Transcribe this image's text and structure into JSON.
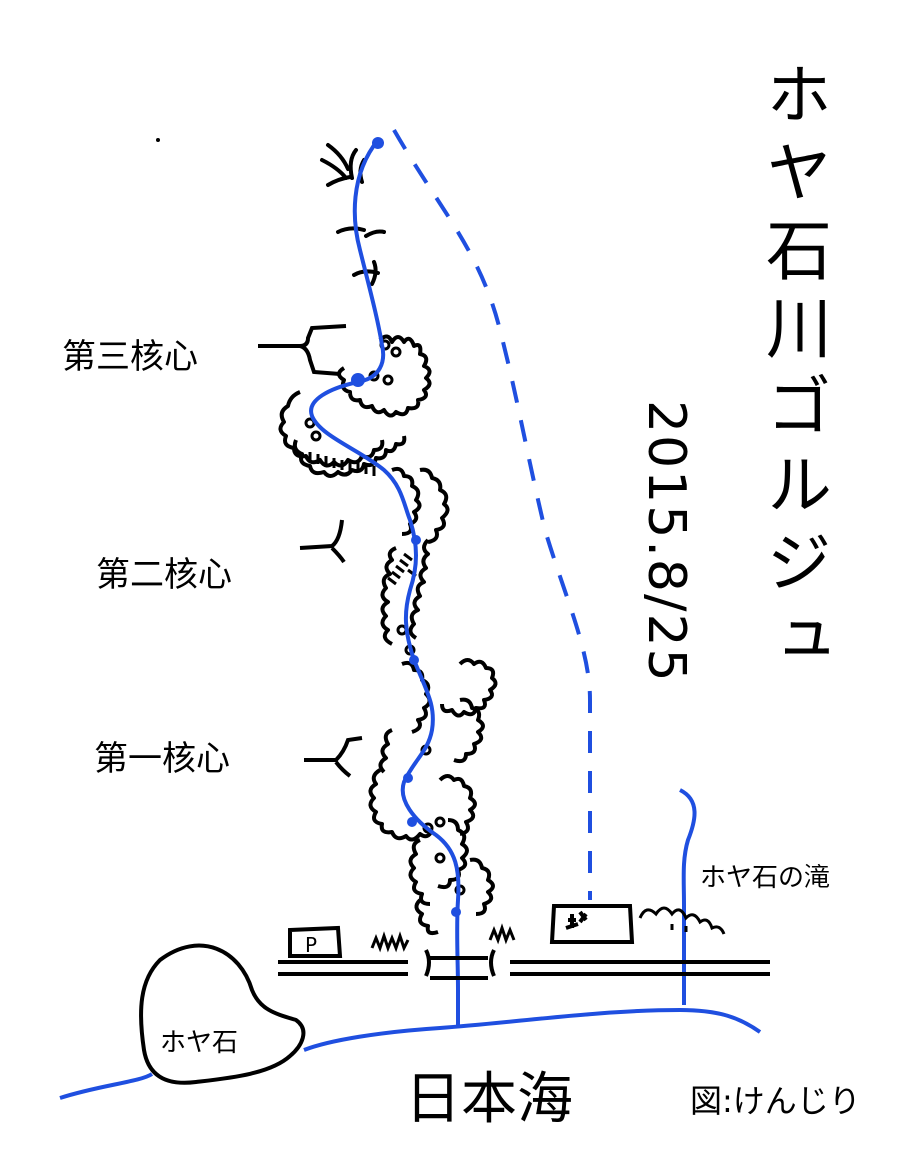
{
  "title": "ホヤ石川ゴルジュ",
  "date": "2015.8/25",
  "labels": {
    "core3": "第三核心",
    "core2": "第二核心",
    "core1": "第一核心",
    "falls": "ホヤ石の滝",
    "rock": "ホヤ石",
    "sea": "日本海",
    "parking": "P",
    "credit": "図:けんじり"
  },
  "colors": {
    "water": "#1f4fe0",
    "ink": "#000000"
  },
  "icons": {
    "parking": "parking-sign-icon",
    "shrine": "temple-mark-icon"
  }
}
